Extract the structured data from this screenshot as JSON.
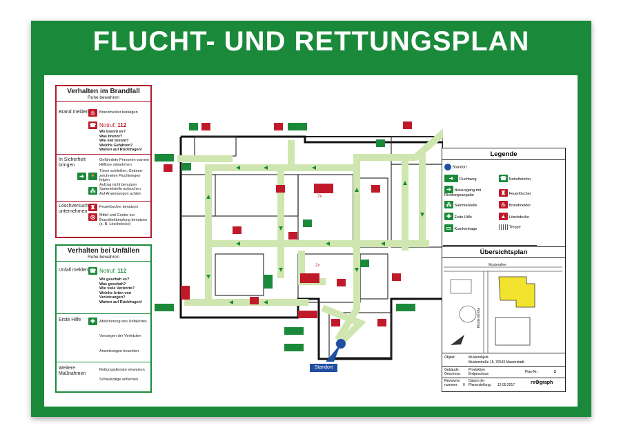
{
  "title": "FLUCHT- UND RETTUNGSPLAN",
  "brandfall": {
    "heading": "Verhalten im Brandfall",
    "sub": "Ruhe bewahren",
    "sections": [
      {
        "label": "Brand melden",
        "items": [
          "Brandmelder betätigen"
        ],
        "notruf_label": "Notruf:",
        "notruf_number": "112",
        "questions": [
          "Wo brennt es?",
          "Was brennt?",
          "Wie viel brennt?",
          "Welche Gefahren?",
          "Warten auf Rückfragen!"
        ]
      },
      {
        "label": "In Sicherheit bringen",
        "items": [
          "Gefährdete Personen warnen",
          "Hilflose mitnehmen",
          "Türen schließen; Gekenn-",
          "zeichneten Fluchtwegen folgen",
          "Aufzug nicht benutzen",
          "Sammelstelle aufsuchen",
          "Auf Anweisungen achten"
        ]
      },
      {
        "label": "Löschversuch unternehmen",
        "items": [
          "Feuerlöscher benutzen",
          "Mittel und Geräte zur",
          "Brandbekämpfung benutzen",
          "(z. B. Löschdecke)"
        ]
      }
    ]
  },
  "unfall": {
    "heading": "Verhalten bei Unfällen",
    "sub": "Ruhe bewahren",
    "sections": [
      {
        "label": "Unfall melden",
        "notruf_label": "Notruf:",
        "notruf_number": "112",
        "questions": [
          "Wo geschah es?",
          "Was geschah?",
          "Wie viele Verletzte?",
          "Welche Arten von",
          "Verletzungen?",
          "Warten auf Rückfragen!"
        ]
      },
      {
        "label": "Erste Hilfe",
        "items": [
          "Absicherung des Unfallortes",
          "Versorgen der Verletzten",
          "Anweisungen beachten"
        ]
      },
      {
        "label": "Weitere Maßnahmen",
        "items": [
          "Rettungsdienste einweisen",
          "Schaulustige entfernen"
        ]
      }
    ]
  },
  "legend": {
    "heading": "Legende",
    "items_left": [
      "Standort",
      "Fluchtweg",
      "Notausgang mit Richtungsangabe",
      "Sammelstelle",
      "Erste Hilfe",
      "Krankentrage"
    ],
    "items_right": [
      "Notruftelefon",
      "Feuerlöscher",
      "Brandmelder",
      "Löschdecke",
      "Treppe"
    ]
  },
  "overview": {
    "heading": "Übersichtsplan",
    "street1": "Musterallee",
    "street2": "Musterstraße"
  },
  "info": {
    "objekt_label": "Objekt:",
    "objekt_value": "Musterobjekt",
    "address": "Musterstraße 15, 76543 Musterstadt",
    "gebaeude_label": "Gebäude:",
    "gebaeude_value": "Produktion",
    "geschoss_label": "Geschoss:",
    "geschoss_value": "Erdgeschoss",
    "plan_label": "Plan-Nr.:",
    "plan_value": "2",
    "revision_label": "Revisions-nummer:",
    "revision_value": "0",
    "datum_label": "Datum der Planerstellung:",
    "datum_value": "12.05.2017",
    "brand": "re⚙graph"
  },
  "map": {
    "standort_label": "Standort",
    "count_labels": [
      "2x",
      "2x"
    ]
  },
  "colors": {
    "green": "#1a8a3a",
    "red": "#c01a2a",
    "path": "#cfe6b0",
    "blue": "#1f4fa0"
  }
}
